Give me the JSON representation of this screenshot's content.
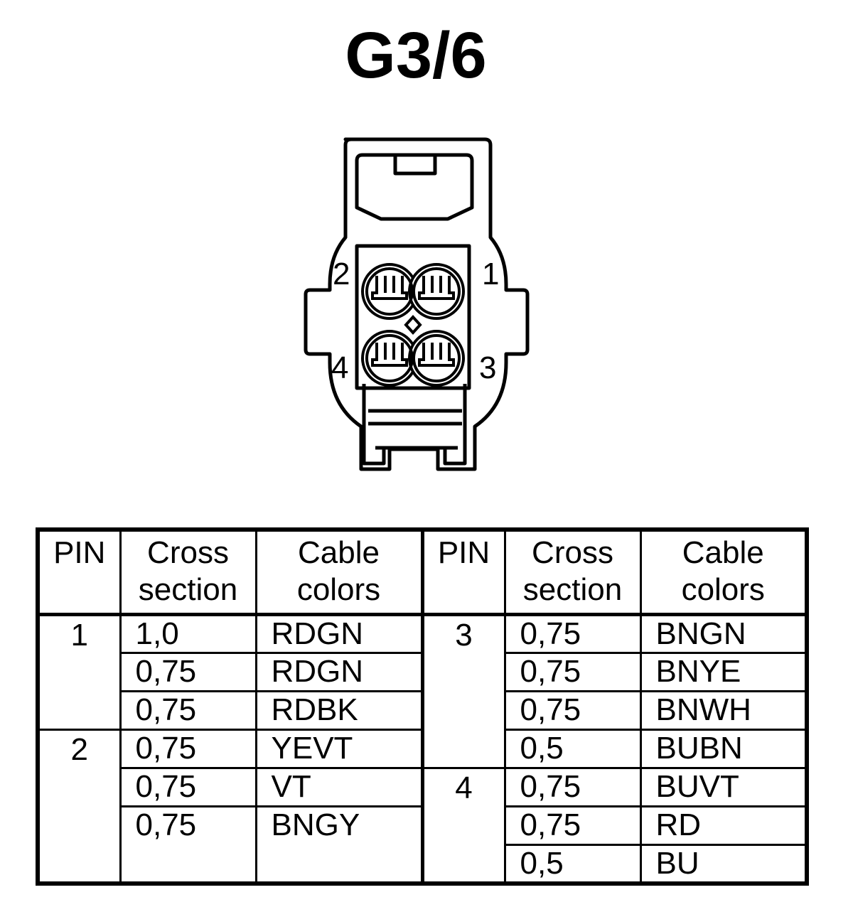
{
  "title": "G3/6",
  "connector": {
    "pin_labels": [
      "1",
      "2",
      "3",
      "4"
    ]
  },
  "table": {
    "headers": {
      "pin": "PIN",
      "cross_line1": "Cross",
      "cross_line2": "section",
      "cable_line1": "Cable",
      "cable_line2": "colors"
    },
    "left": [
      {
        "pin": "1",
        "rows": [
          [
            "1,0",
            "RDGN"
          ],
          [
            "0,75",
            "RDGN"
          ],
          [
            "0,75",
            "RDBK"
          ]
        ]
      },
      {
        "pin": "2",
        "rows": [
          [
            "0,75",
            "YEVT"
          ],
          [
            "0,75",
            "VT"
          ],
          [
            "0,75",
            "BNGY"
          ]
        ]
      }
    ],
    "right": [
      {
        "pin": "3",
        "rows": [
          [
            "0,75",
            "BNGN"
          ],
          [
            "0,75",
            "BNYE"
          ],
          [
            "0,75",
            "BNWH"
          ],
          [
            "0,5",
            "BUBN"
          ]
        ]
      },
      {
        "pin": "4",
        "rows": [
          [
            "0,75",
            "BUVT"
          ],
          [
            "0,75",
            "RD"
          ],
          [
            "0,5",
            "BU"
          ]
        ]
      }
    ]
  }
}
